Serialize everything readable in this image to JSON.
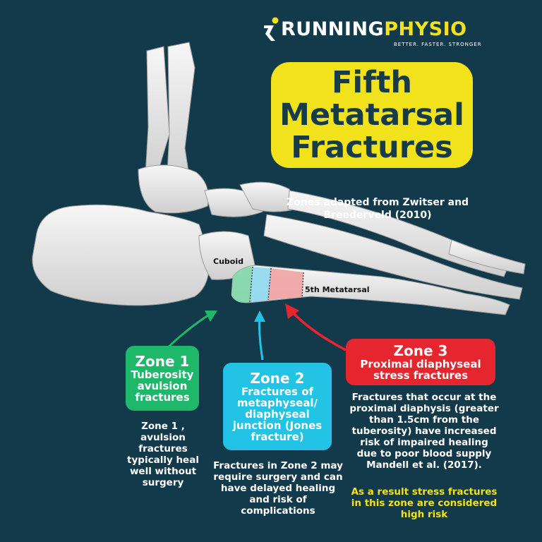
{
  "logo": {
    "brand_left": "RUNNING",
    "brand_right": "PHYSIO",
    "tagline": "BETTER. FASTER. STRONGER",
    "icon": "runner-icon"
  },
  "title": {
    "line1": "Fifth",
    "line2": "Metatarsal",
    "line3": "Fractures"
  },
  "subtitle": "Zones adapted from Zwitser and Breederveld (2010)",
  "labels": {
    "cuboid": "Cuboid",
    "metatarsal": "5th Metatarsal"
  },
  "zones": [
    {
      "title": "Zone 1",
      "subtitle": "Tuberosity avulsion fractures",
      "description": "Zone 1 , avulsion fractures typically heal well without surgery",
      "color": "#1fb86a"
    },
    {
      "title": "Zone 2",
      "subtitle": "Fractures of metaphyseal/ diaphyseal junction (Jones fracture)",
      "description": "Fractures in Zone 2 may require surgery and can have delayed healing and risk of complications",
      "color": "#23c3e6"
    },
    {
      "title": "Zone 3",
      "subtitle": "Proximal diaphyseal stress fractures",
      "description": "Fractures that occur at the proximal diaphysis (greater than 1.5cm from the tuberosity) have increased risk of impaired healing due to poor blood supply Mandell et al. (2017).",
      "note": "As a result stress fractures in this zone are considered high risk",
      "color": "#e6262e"
    }
  ],
  "colors": {
    "background": "#123a4a",
    "accent_yellow": "#f2e21b",
    "bone": "#ececec"
  }
}
